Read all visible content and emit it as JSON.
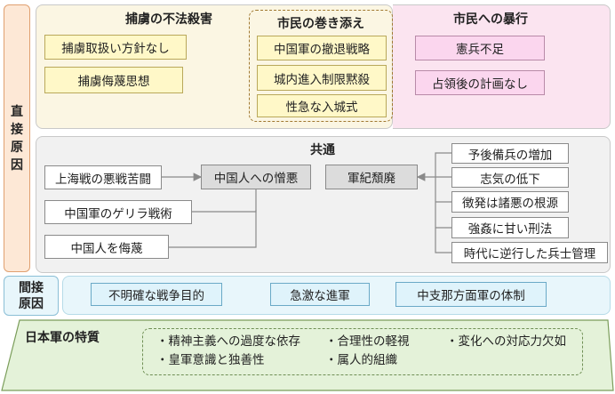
{
  "left_labels": {
    "direct": [
      "直",
      "接",
      "原",
      "因"
    ],
    "indirect": [
      "間接",
      "原因"
    ]
  },
  "direct_causes": {
    "pow": {
      "title": "捕虜の不法殺害",
      "items": [
        "捕虜取扱い方針なし",
        "捕虜侮蔑思想"
      ]
    },
    "civilian_involvement": {
      "title": "市民の巻き添え",
      "items": [
        "中国軍の撤退戦略",
        "城内進入制限黙殺",
        "性急な入城式"
      ]
    },
    "civilian_violence": {
      "title": "市民への暴行",
      "items": [
        "憲兵不足",
        "占領後の計画なし"
      ]
    }
  },
  "common": {
    "title": "共通",
    "left_items": [
      "上海戦の悪戦苦闘",
      "中国軍のゲリラ戦術",
      "中国人を侮蔑"
    ],
    "hatred": "中国人への憎悪",
    "discipline": "軍紀頽廃",
    "right_items": [
      "予後備兵の増加",
      "志気の低下",
      "徴発は諸悪の根源",
      "強姦に甘い刑法",
      "時代に逆行した兵士管理"
    ]
  },
  "indirect": {
    "items": [
      "不明確な戦争目的",
      "急激な進軍",
      "中支那方面軍の体制"
    ]
  },
  "japan_army": {
    "title": "日本軍の特質",
    "traits": [
      "・精神主義への過度な依存",
      "・合理性の軽視",
      "・変化への対応力欠如",
      "・皇軍意識と独善性",
      "・属人的組織"
    ]
  },
  "colors": {
    "left_label_bg": "#fde8d6",
    "left_label_border": "#e0a070",
    "direct_panel_bg": "#fbf6e3",
    "pink_panel_bg": "#fbe4f0",
    "common_panel_bg": "#f1f1f1",
    "indirect_panel_bg": "#e8f6fb",
    "japan_bg": "#e4f2d9",
    "japan_border": "#7a9d5a"
  }
}
